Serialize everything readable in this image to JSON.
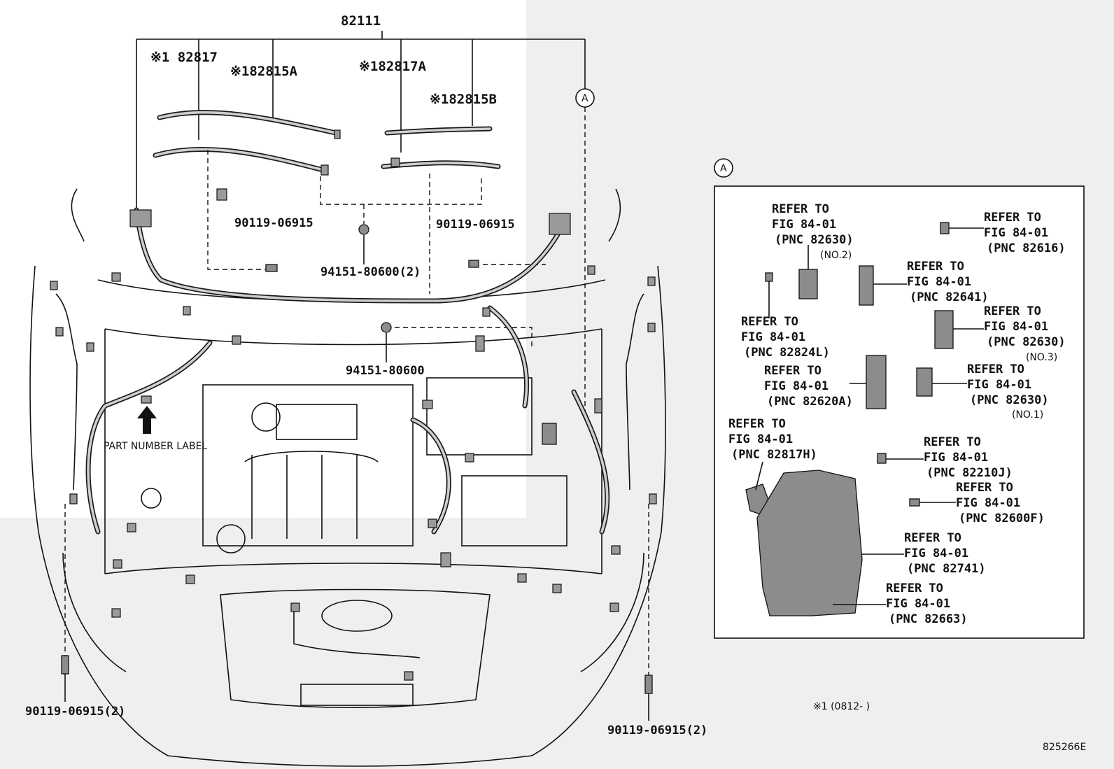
{
  "main_assembly": "82111",
  "callout_marker": "A",
  "harness_parts": {
    "p82817": "※1 82817",
    "p82815a": "※182815A",
    "p82817a": "※182817A",
    "p82815b": "※182815B"
  },
  "fastener_labels": {
    "bolt_left_top": "90119-06915",
    "bolt_right_top": "90119-06915",
    "clip_upper": "94151-80600(2)",
    "clip_lower": "94151-80600",
    "bolt_left_bottom": "90119-06915(2)",
    "bolt_right_bottom": "90119-06915(2)"
  },
  "part_number_label": "PART NUMBER LABEL",
  "detail_refs": [
    {
      "line1": "REFER TO",
      "line2": "FIG 84-01",
      "line3": "(PNC 82630)",
      "note": "(NO.2)"
    },
    {
      "line1": "REFER TO",
      "line2": "FIG 84-01",
      "line3": "(PNC 82616)",
      "note": ""
    },
    {
      "line1": "REFER TO",
      "line2": "FIG 84-01",
      "line3": "(PNC 82641)",
      "note": ""
    },
    {
      "line1": "REFER TO",
      "line2": "FIG 84-01",
      "line3": "(PNC 82824L)",
      "note": ""
    },
    {
      "line1": "REFER TO",
      "line2": "FIG 84-01",
      "line3": "(PNC 82630)",
      "note": "(NO.3)"
    },
    {
      "line1": "REFER TO",
      "line2": "FIG 84-01",
      "line3": "(PNC 82620A)",
      "note": ""
    },
    {
      "line1": "REFER TO",
      "line2": "FIG 84-01",
      "line3": "(PNC 82630)",
      "note": "(NO.1)"
    },
    {
      "line1": "REFER TO",
      "line2": "FIG 84-01",
      "line3": "(PNC 82817H)",
      "note": ""
    },
    {
      "line1": "REFER TO",
      "line2": "FIG 84-01",
      "line3": "(PNC 82210J)",
      "note": ""
    },
    {
      "line1": "REFER TO",
      "line2": "FIG 84-01",
      "line3": "(PNC 82600F)",
      "note": ""
    },
    {
      "line1": "REFER TO",
      "line2": "FIG 84-01",
      "line3": "(PNC 82741)",
      "note": ""
    },
    {
      "line1": "REFER TO",
      "line2": "FIG 84-01",
      "line3": "(PNC 82663)",
      "note": ""
    }
  ],
  "footnote": "※1 (0812-      )",
  "drawing_code": "825266E"
}
